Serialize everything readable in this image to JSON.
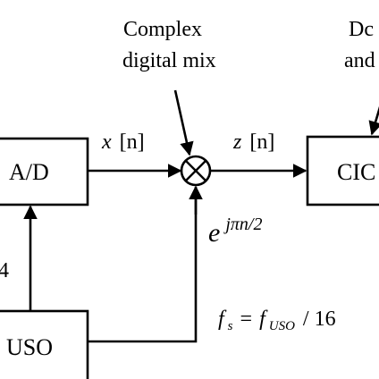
{
  "blocks": {
    "ad": "A/D",
    "cic": "CIC",
    "uso": "USO"
  },
  "labels": {
    "mix_line1": "Complex",
    "mix_line2": "digital mix",
    "right_top_line1": "Dc",
    "right_top_line2": "and",
    "x_var": "x",
    "x_index": "[n]",
    "z_var": "z",
    "z_index": "[n]",
    "exp_base": "e",
    "exp_power": "jπn/2",
    "left_edge_num": "4",
    "fs_var": "f",
    "fs_sub": "s",
    "fs_eq": "=",
    "fuso_var": "f",
    "fuso_sub": "USO",
    "fs_div": "/ 16"
  }
}
